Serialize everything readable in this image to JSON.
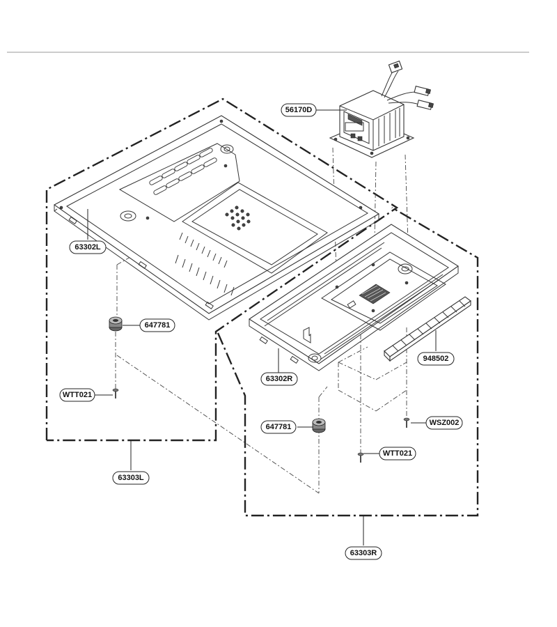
{
  "labels": {
    "transformer": "56170D",
    "base_left": "63302L",
    "foot_left": "647781",
    "screw_left": "WTT021",
    "cover_left": "63303L",
    "base_right": "63302R",
    "foot_right": "647781",
    "spacer": "948502",
    "screw_wsz": "WSZ002",
    "screw_right": "WTT021",
    "cover_right": "63303R"
  }
}
